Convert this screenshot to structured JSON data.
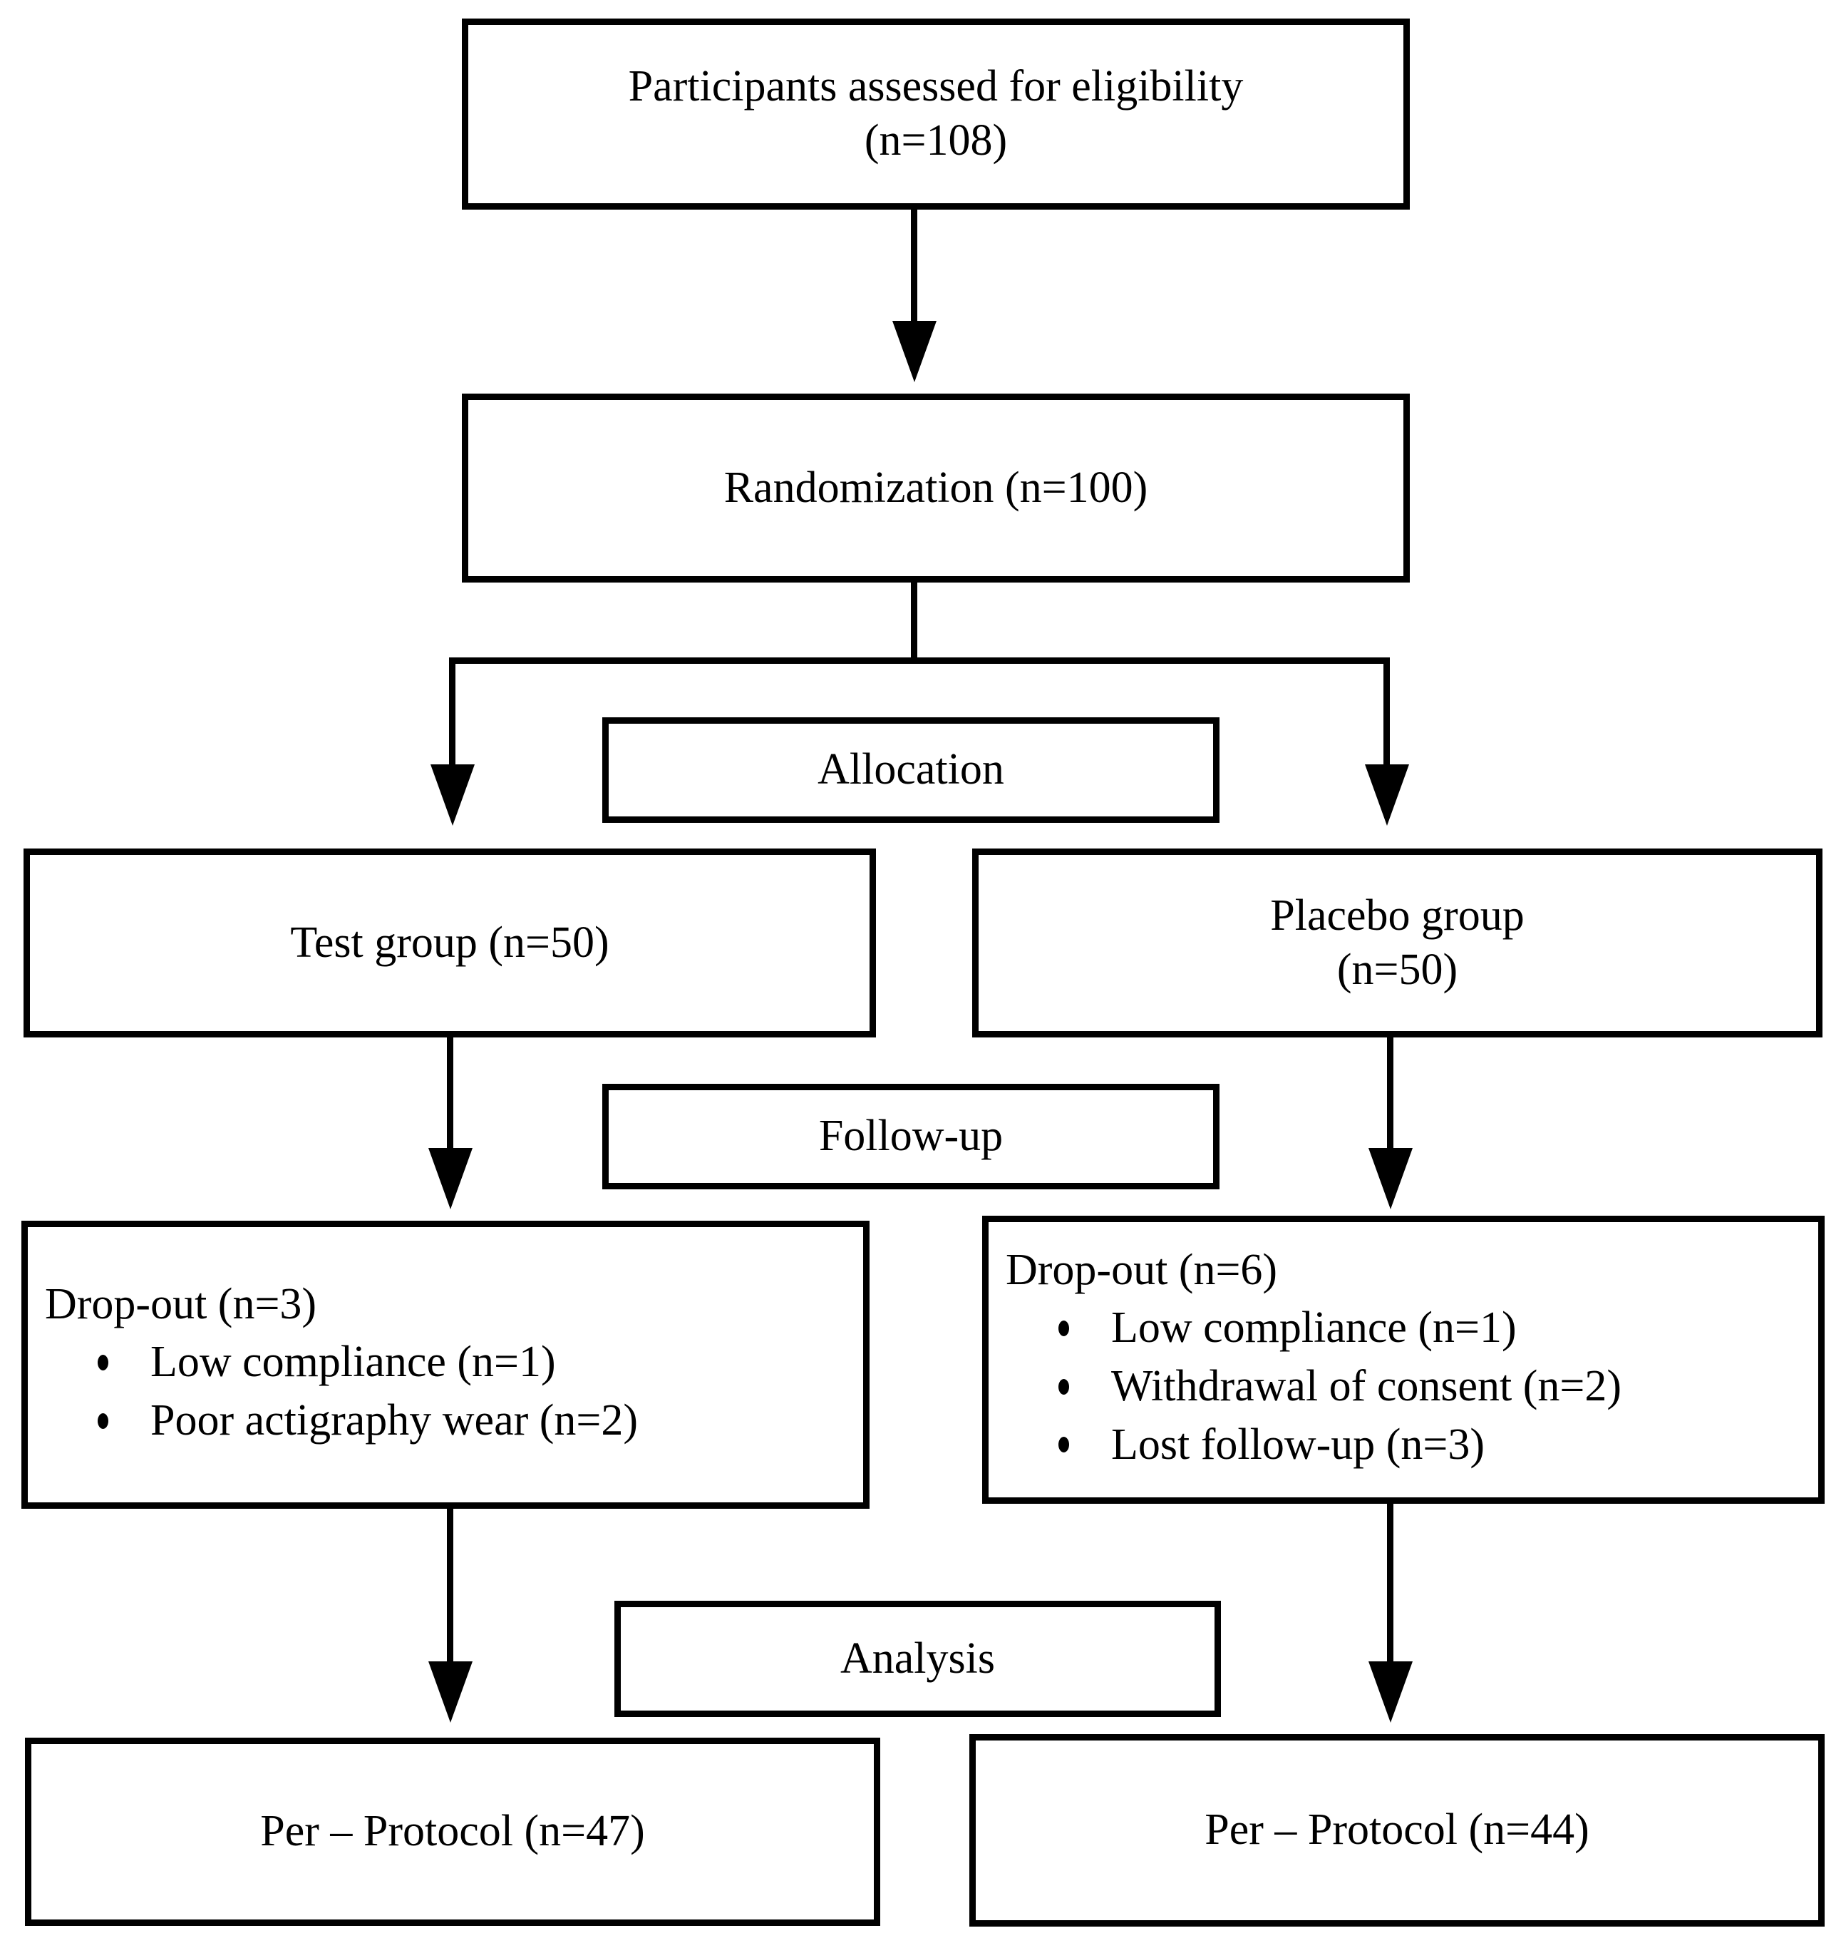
{
  "diagram": {
    "title": "CONSORT participant flow diagram",
    "colors": {
      "line": "#000000",
      "box_border": "#000000",
      "background": "#ffffff",
      "text": "#000000"
    },
    "nodes": {
      "eligibility": {
        "line1": "Participants assessed for eligibility",
        "line2": "(n=108)"
      },
      "randomization": {
        "label": "Randomization (n=100)"
      },
      "allocation_stage": {
        "label": "Allocation"
      },
      "test_group": {
        "label": "Test group (n=50)"
      },
      "placebo_group": {
        "line1": "Placebo group",
        "line2": "(n=50)"
      },
      "followup_stage": {
        "label": "Follow-up"
      },
      "dropout_test": {
        "heading": "Drop-out (n=3)",
        "items": [
          "Low compliance (n=1)",
          "Poor actigraphy wear (n=2)"
        ]
      },
      "dropout_placebo": {
        "heading": "Drop-out (n=6)",
        "items": [
          "Low compliance (n=1)",
          "Withdrawal of consent (n=2)",
          "Lost follow-up (n=3)"
        ]
      },
      "analysis_stage": {
        "label": "Analysis"
      },
      "per_protocol_test": {
        "label": "Per – Protocol (n=47)"
      },
      "per_protocol_placebo": {
        "label": "Per – Protocol (n=44)"
      }
    }
  }
}
